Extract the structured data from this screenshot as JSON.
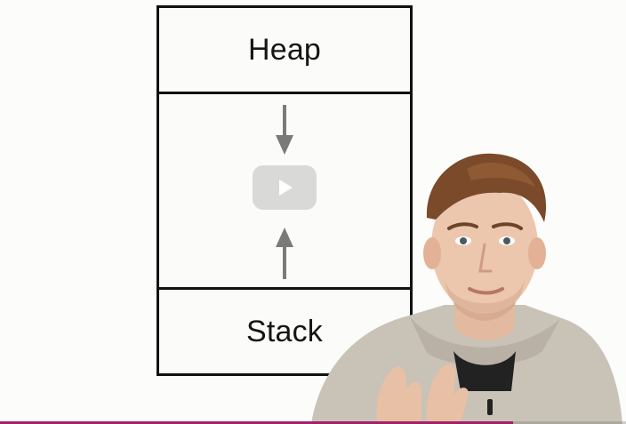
{
  "video": {
    "progress_percent": 82,
    "progress_color": "#a0226a"
  },
  "diagram": {
    "heap_label": "Heap",
    "stack_label": "Stack",
    "arrow_color": "#7a7a7a"
  },
  "player": {
    "play_icon": "play-icon"
  }
}
